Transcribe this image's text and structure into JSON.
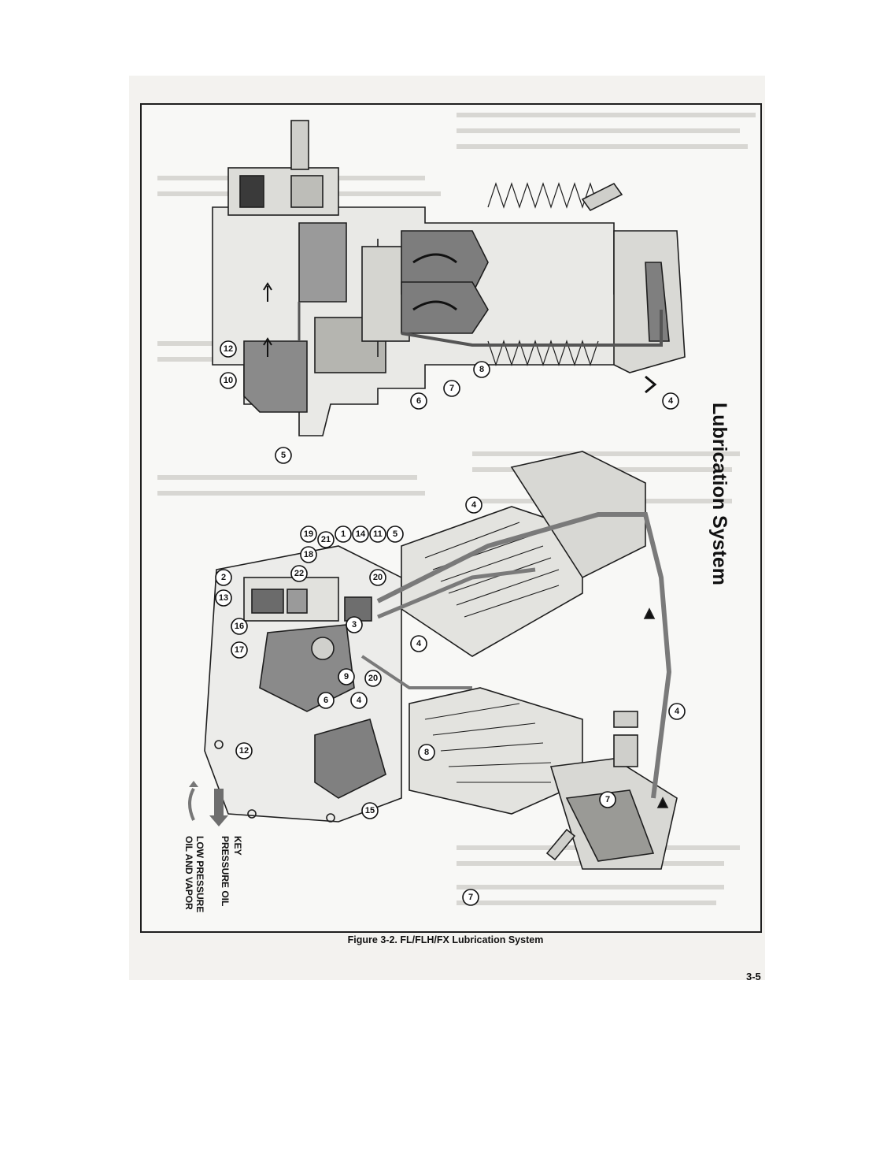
{
  "title": "Lubrication System",
  "caption": "Figure 3-2.  FL/FLH/FX Lubrication System",
  "page_number": "3-5",
  "key": {
    "heading": "KEY",
    "pressure": "PRESSURE OIL",
    "low_line1": "LOW PRESSURE",
    "low_line2": "OIL AND VAPOR"
  },
  "upper_callouts": [
    "12",
    "10",
    "5",
    "6",
    "7",
    "8",
    "4"
  ],
  "lower_callouts": [
    "5",
    "11",
    "14",
    "1",
    "21",
    "19",
    "18",
    "22",
    "2",
    "13",
    "16",
    "17",
    "20",
    "3",
    "4",
    "9",
    "6",
    "12",
    "20",
    "4",
    "8",
    "15",
    "4",
    "4",
    "7",
    "7"
  ],
  "colors": {
    "ink": "#1e1e1e",
    "oil": "#8a8a8a",
    "paper": "#f8f8f6"
  }
}
